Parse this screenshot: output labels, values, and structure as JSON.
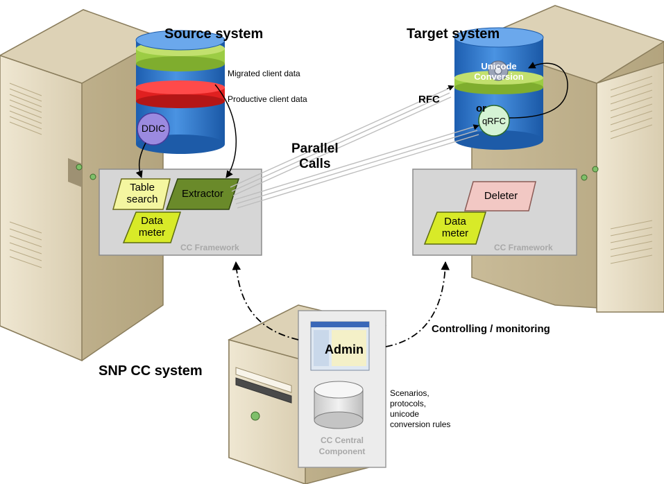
{
  "source": {
    "title": "Source system",
    "migrated_label": "Migrated client data",
    "productive_label": "Productive client data",
    "ddic": "DDIC",
    "table_search": "Table\nsearch",
    "extractor": "Extractor",
    "data_meter": "Data\nmeter",
    "framework": "CC Framework"
  },
  "target": {
    "title": "Target system",
    "unicode_conversion": "Unicode\nConversion",
    "or": "or",
    "qrfc": "qRFC",
    "deleter": "Deleter",
    "data_meter": "Data\nmeter",
    "framework": "CC Framework"
  },
  "links": {
    "rfc": "RFC",
    "parallel_calls": "Parallel\nCalls",
    "controlling": "Controlling / monitoring"
  },
  "central": {
    "title": "SNP CC system",
    "admin": "Admin",
    "component": "CC Central\nComponent",
    "notes": "Scenarios, protocols, unicode conversion rules"
  },
  "colors": {
    "db_blue": "#2f78cc",
    "migrated_green": "#9ccc44",
    "productive_red": "#e02020",
    "ddic_purple": "#9b8ae0",
    "extractor_green": "#6a8a2a",
    "table_yellow": "#f4f6a0",
    "data_meter_yellow": "#d8ea28",
    "deleter_pink": "#f2c8c4",
    "qrfc_mint": "#d4f3d4"
  }
}
